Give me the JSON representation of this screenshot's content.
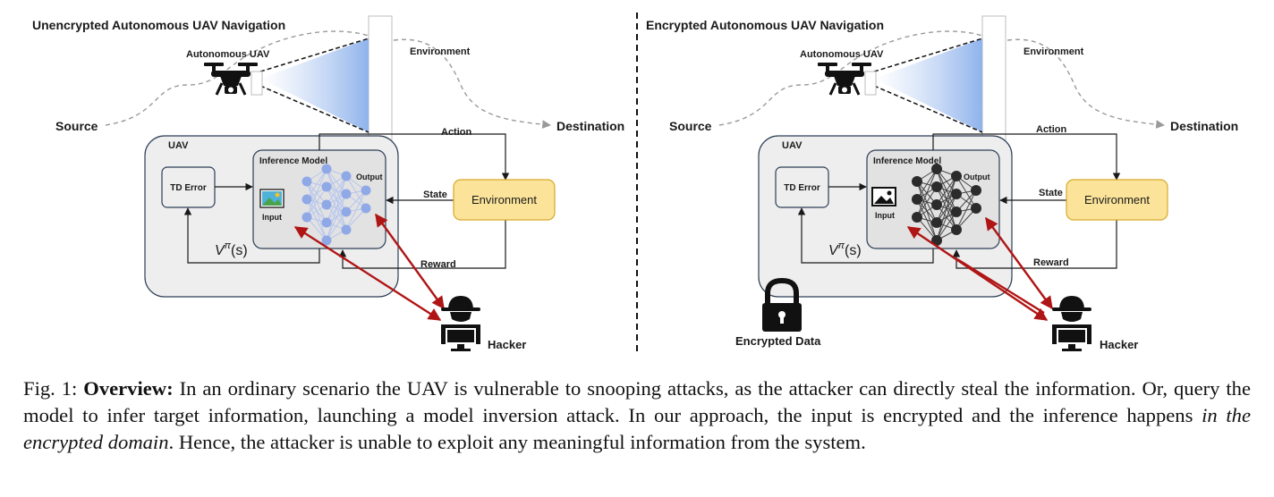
{
  "left": {
    "title": "Unencrypted Autonomous UAV Navigation",
    "uav_label": "Autonomous UAV",
    "environment_label": "Environment",
    "source_label": "Source",
    "destination_label": "Destination",
    "box_label": "UAV",
    "td_error": "TD Error",
    "inference_model": "Inference Model",
    "input_label": "Input",
    "output_label": "Output",
    "action_label": "Action",
    "state_label": "State",
    "reward_label": "Reward",
    "env_box": "Environment",
    "value_fn": "V",
    "value_fn_sup": "π",
    "value_fn_arg": "(s)",
    "hacker_label": "Hacker"
  },
  "right": {
    "title": "Encrypted Autonomous UAV Navigation",
    "uav_label": "Autonomous UAV",
    "environment_label": "Environment",
    "source_label": "Source",
    "destination_label": "Destination",
    "box_label": "UAV",
    "td_error": "TD Error",
    "inference_model": "Inference Model",
    "input_label": "Input",
    "output_label": "Output",
    "action_label": "Action",
    "state_label": "State",
    "reward_label": "Reward",
    "env_box": "Environment",
    "value_fn": "V",
    "value_fn_sup": "π",
    "value_fn_arg": "(s)",
    "hacker_label": "Hacker",
    "encrypted_label": "Encrypted Data"
  },
  "caption": {
    "prefix": "Fig. 1: ",
    "bold": "Overview:",
    "text1": " In an ordinary scenario the UAV is vulnerable to snooping attacks, as the attacker can directly steal the information. Or, query the model to infer target information, launching a model inversion attack. In our approach, the input is encrypted and the inference happens ",
    "italic": "in the encrypted domain",
    "text2": ". Hence, the attacker is unable to exploit any meaningful information from the system."
  },
  "colors": {
    "accent_red": "#b01515",
    "env_fill": "#fbe49a",
    "env_stroke": "#d6a92a",
    "panel_fill": "#eeeeef",
    "box_stroke": "#2c3e55",
    "node_light": "#8fa8e6",
    "node_dark": "#2b2b2b",
    "cone_color": "#8fb3ec"
  },
  "icons": [
    "drone-icon",
    "image-icon",
    "hacker-icon",
    "lock-icon",
    "neural-network-icon"
  ]
}
